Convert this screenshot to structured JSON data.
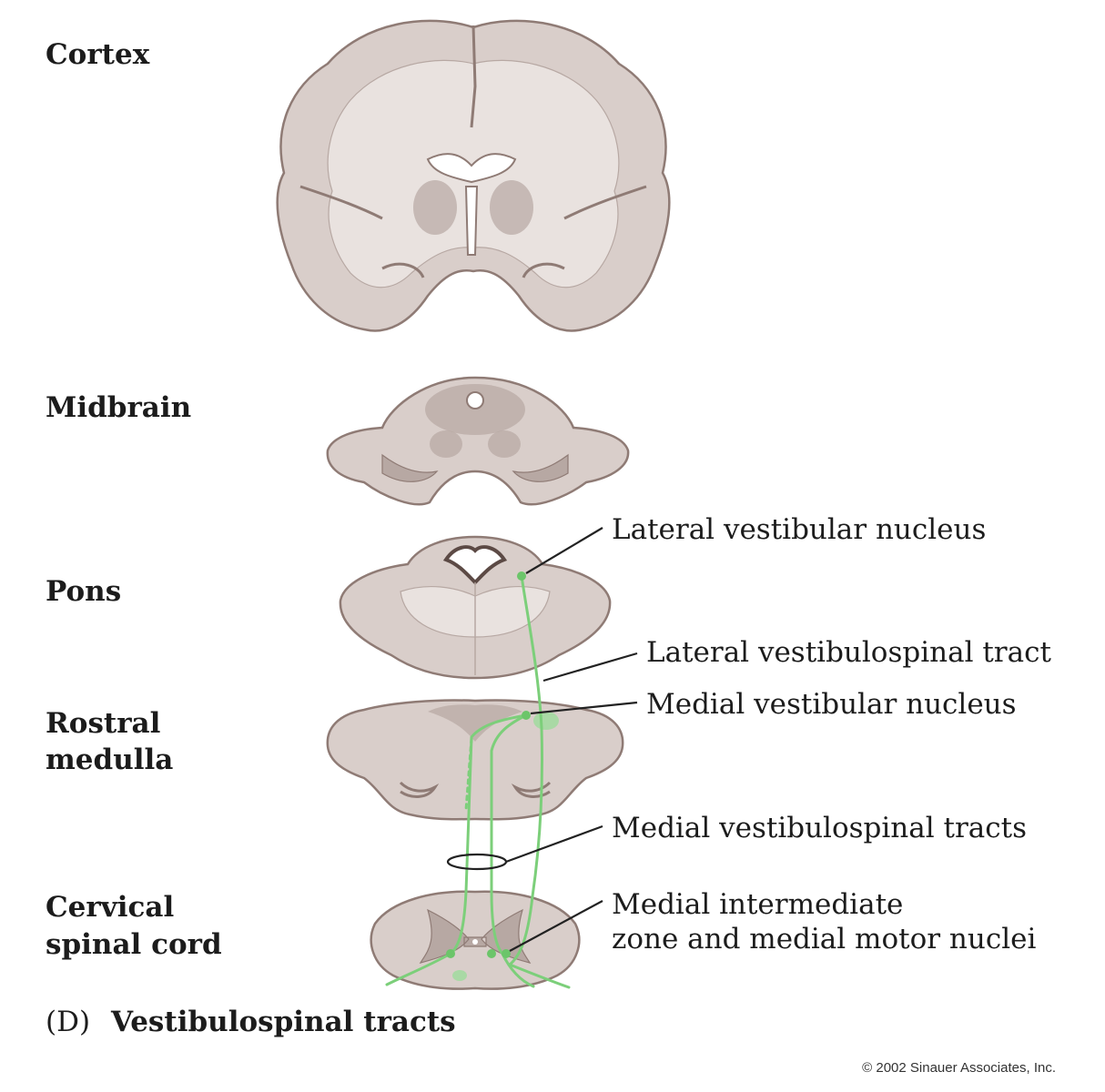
{
  "levels": {
    "cortex": "Cortex",
    "midbrain": "Midbrain",
    "pons": "Pons",
    "rostral_medulla": [
      "Rostral",
      "medulla"
    ],
    "cervical_spinal_cord": [
      "Cervical",
      "spinal cord"
    ]
  },
  "callouts": {
    "lateral_vestibular_nucleus": "Lateral vestibular nucleus",
    "lateral_vestibulospinal_tract": "Lateral vestibulospinal tract",
    "medial_vestibular_nucleus": "Medial vestibular nucleus",
    "medial_vestibulospinal_tracts": "Medial vestibulospinal tracts",
    "medial_intermediate_zone": [
      "Medial intermediate",
      "zone and medial motor nuclei"
    ]
  },
  "caption": {
    "letter": "(D)",
    "title": "Vestibulospinal tracts"
  },
  "copyright": "© 2002 Sinauer Associates, Inc.",
  "colors": {
    "tissue": "#d9ceca",
    "tissue_light": "#e9e2df",
    "tissue_dark": "#b7a8a3",
    "tissue_edge": "#8f7b75",
    "tract": "#7ccf7a",
    "tract_node": "#6cc56a",
    "text": "#1c1c1c"
  }
}
